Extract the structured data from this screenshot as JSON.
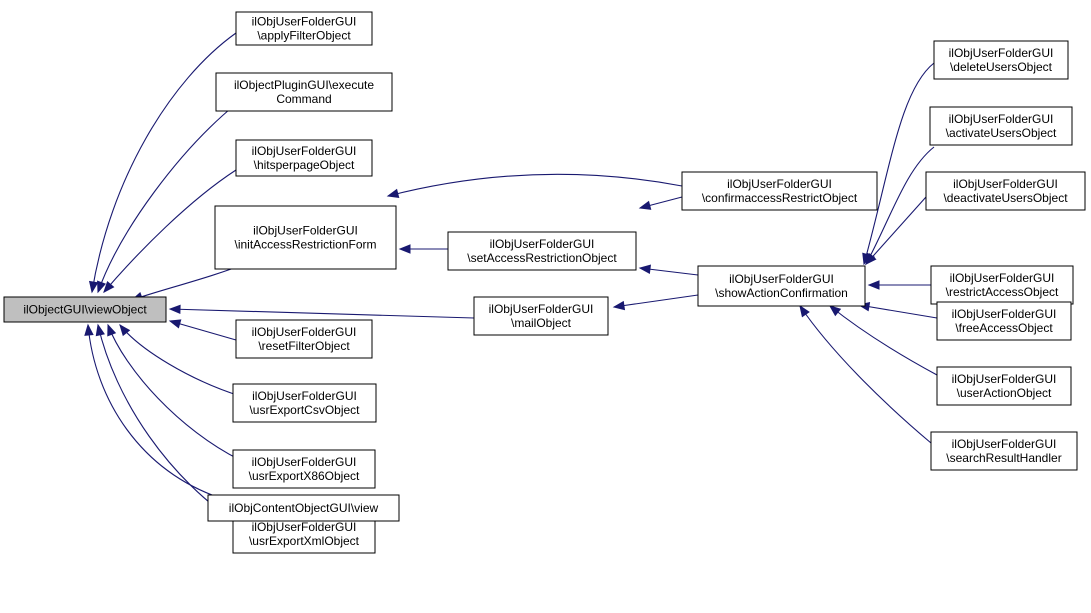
{
  "colors": {
    "edge": "#191970",
    "root_fill": "#bfbfbf",
    "node_fill": "#ffffff",
    "border": "#000000"
  },
  "nodes": {
    "root": {
      "lines": [
        "ilObjectGUI\\viewObject"
      ]
    },
    "applyFilter": {
      "lines": [
        "ilObjUserFolderGUI",
        "\\applyFilterObject"
      ]
    },
    "pluginExecute": {
      "lines": [
        "ilObjectPluginGUI\\execute",
        "Command"
      ]
    },
    "hitsperpage": {
      "lines": [
        "ilObjUserFolderGUI",
        "\\hitsperpageObject"
      ]
    },
    "initAccess": {
      "lines": [
        "ilObjUserFolderGUI",
        "\\initAccessRestrictionForm"
      ]
    },
    "resetFilter": {
      "lines": [
        "ilObjUserFolderGUI",
        "\\resetFilterObject"
      ]
    },
    "exportCsv": {
      "lines": [
        "ilObjUserFolderGUI",
        "\\usrExportCsvObject"
      ]
    },
    "exportX86": {
      "lines": [
        "ilObjUserFolderGUI",
        "\\usrExportX86Object"
      ]
    },
    "exportXml": {
      "lines": [
        "ilObjUserFolderGUI",
        "\\usrExportXmlObject"
      ]
    },
    "contentView": {
      "lines": [
        "ilObjContentObjectGUI\\view"
      ]
    },
    "setAccess": {
      "lines": [
        "ilObjUserFolderGUI",
        "\\setAccessRestrictionObject"
      ]
    },
    "mailObject": {
      "lines": [
        "ilObjUserFolderGUI",
        "\\mailObject"
      ]
    },
    "confirmAccess": {
      "lines": [
        "ilObjUserFolderGUI",
        "\\confirmaccessRestrictObject"
      ]
    },
    "showAction": {
      "lines": [
        "ilObjUserFolderGUI",
        "\\showActionConfirmation"
      ]
    },
    "deleteUsers": {
      "lines": [
        "ilObjUserFolderGUI",
        "\\deleteUsersObject"
      ]
    },
    "activateUsers": {
      "lines": [
        "ilObjUserFolderGUI",
        "\\activateUsersObject"
      ]
    },
    "deactivateUsers": {
      "lines": [
        "ilObjUserFolderGUI",
        "\\deactivateUsersObject"
      ]
    },
    "restrictAccess": {
      "lines": [
        "ilObjUserFolderGUI",
        "\\restrictAccessObject"
      ]
    },
    "freeAccess": {
      "lines": [
        "ilObjUserFolderGUI",
        "\\freeAccessObject"
      ]
    },
    "userAction": {
      "lines": [
        "ilObjUserFolderGUI",
        "\\userActionObject"
      ]
    },
    "searchResult": {
      "lines": [
        "ilObjUserFolderGUI",
        "\\searchResultHandler"
      ]
    }
  },
  "edges": [
    {
      "from": "applyFilter",
      "to": "root"
    },
    {
      "from": "pluginExecute",
      "to": "root"
    },
    {
      "from": "hitsperpage",
      "to": "root"
    },
    {
      "from": "initAccess",
      "to": "root"
    },
    {
      "from": "mailObject",
      "to": "root"
    },
    {
      "from": "resetFilter",
      "to": "root"
    },
    {
      "from": "exportCsv",
      "to": "root"
    },
    {
      "from": "exportX86",
      "to": "root"
    },
    {
      "from": "exportXml",
      "to": "root"
    },
    {
      "from": "contentView",
      "to": "root"
    },
    {
      "from": "confirmAccess",
      "to": "initAccess"
    },
    {
      "from": "setAccess",
      "to": "initAccess"
    },
    {
      "from": "confirmAccess",
      "to": "setAccess"
    },
    {
      "from": "showAction",
      "to": "setAccess"
    },
    {
      "from": "showAction",
      "to": "mailObject"
    },
    {
      "from": "deleteUsers",
      "to": "showAction"
    },
    {
      "from": "activateUsers",
      "to": "showAction"
    },
    {
      "from": "deactivateUsers",
      "to": "showAction"
    },
    {
      "from": "restrictAccess",
      "to": "showAction"
    },
    {
      "from": "freeAccess",
      "to": "showAction"
    },
    {
      "from": "userAction",
      "to": "showAction"
    },
    {
      "from": "searchResult",
      "to": "showAction"
    }
  ]
}
